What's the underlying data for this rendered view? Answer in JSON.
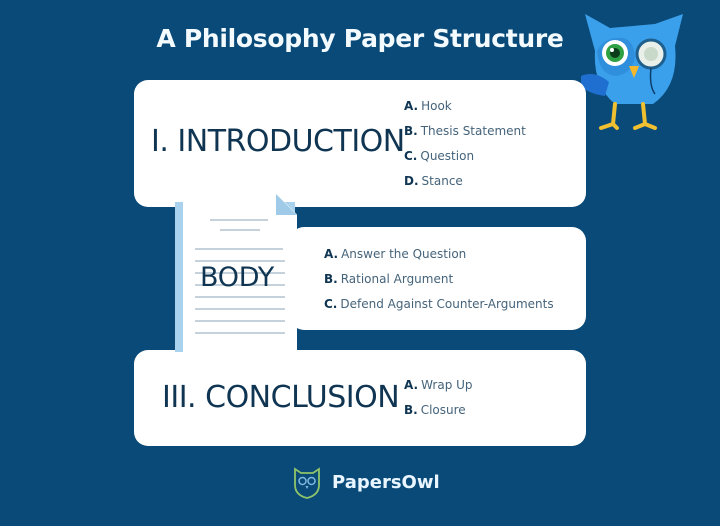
{
  "title": "A Philosophy Paper Structure",
  "sections": {
    "introduction": {
      "heading": "I. INTRODUCTION",
      "items": [
        {
          "letter": "A.",
          "text": "Hook"
        },
        {
          "letter": "B.",
          "text": "Thesis Statement"
        },
        {
          "letter": "C.",
          "text": "Question"
        },
        {
          "letter": "D.",
          "text": "Stance"
        }
      ]
    },
    "body": {
      "heading": "BODY",
      "items": [
        {
          "letter": "A.",
          "text": "Answer the Question"
        },
        {
          "letter": "B.",
          "text": "Rational Argument"
        },
        {
          "letter": "C.",
          "text": "Defend Against Counter-Arguments"
        }
      ]
    },
    "conclusion": {
      "heading": "III. CONCLUSION",
      "items": [
        {
          "letter": "A.",
          "text": "Wrap Up"
        },
        {
          "letter": "B.",
          "text": "Closure"
        }
      ]
    }
  },
  "brand": {
    "name": "PapersOwl",
    "logo_icon": "owl-shield-icon"
  },
  "mascot": {
    "icon": "owl-mascot-with-monocle-icon"
  },
  "colors": {
    "background": "#0a4a78",
    "card": "#ffffff",
    "heading_text": "#0f3552",
    "item_text": "#45637a",
    "doc_accent": "#a8d2ee",
    "owl_blue": "#3aa0ec"
  }
}
